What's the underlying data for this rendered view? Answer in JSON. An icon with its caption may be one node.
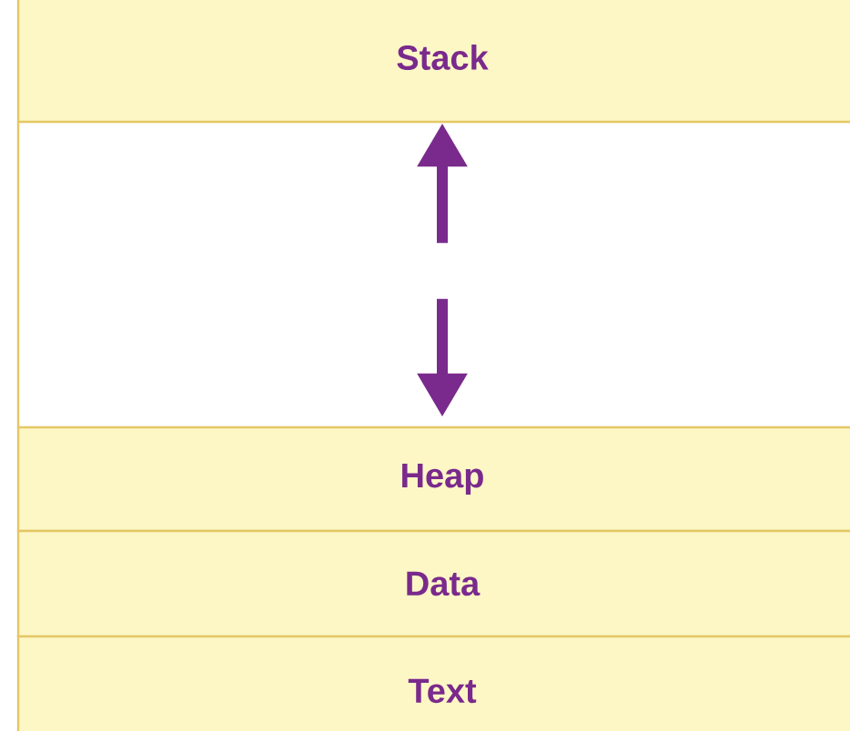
{
  "diagram": {
    "nodes": [
      {
        "text": [
          "Stack"
        ]
      },
      {
        "text": [
          "Heap"
        ]
      },
      {
        "text": [
          "Data"
        ]
      },
      {
        "text": [
          "Text"
        ]
      }
    ],
    "edges": [
      {
        "from": null,
        "to": 0,
        "arrow": "to"
      },
      {
        "from": null,
        "to": 1,
        "arrow": "to"
      }
    ]
  }
}
